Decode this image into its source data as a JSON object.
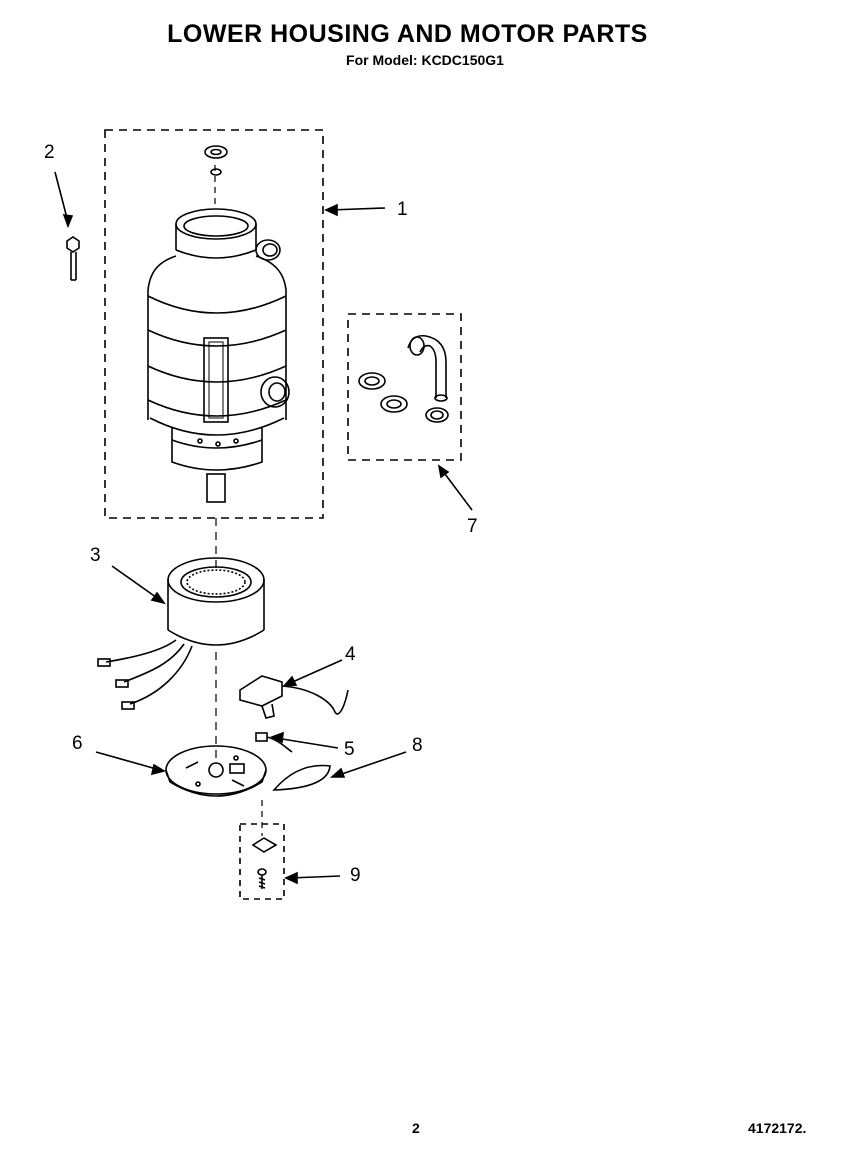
{
  "header": {
    "title": "LOWER HOUSING AND MOTOR PARTS",
    "subtitle": "For Model: KCDC150G1"
  },
  "callouts": [
    "1",
    "2",
    "3",
    "4",
    "5",
    "6",
    "7",
    "8",
    "9"
  ],
  "footer": {
    "page_number": "2",
    "document_number": "4172172."
  }
}
